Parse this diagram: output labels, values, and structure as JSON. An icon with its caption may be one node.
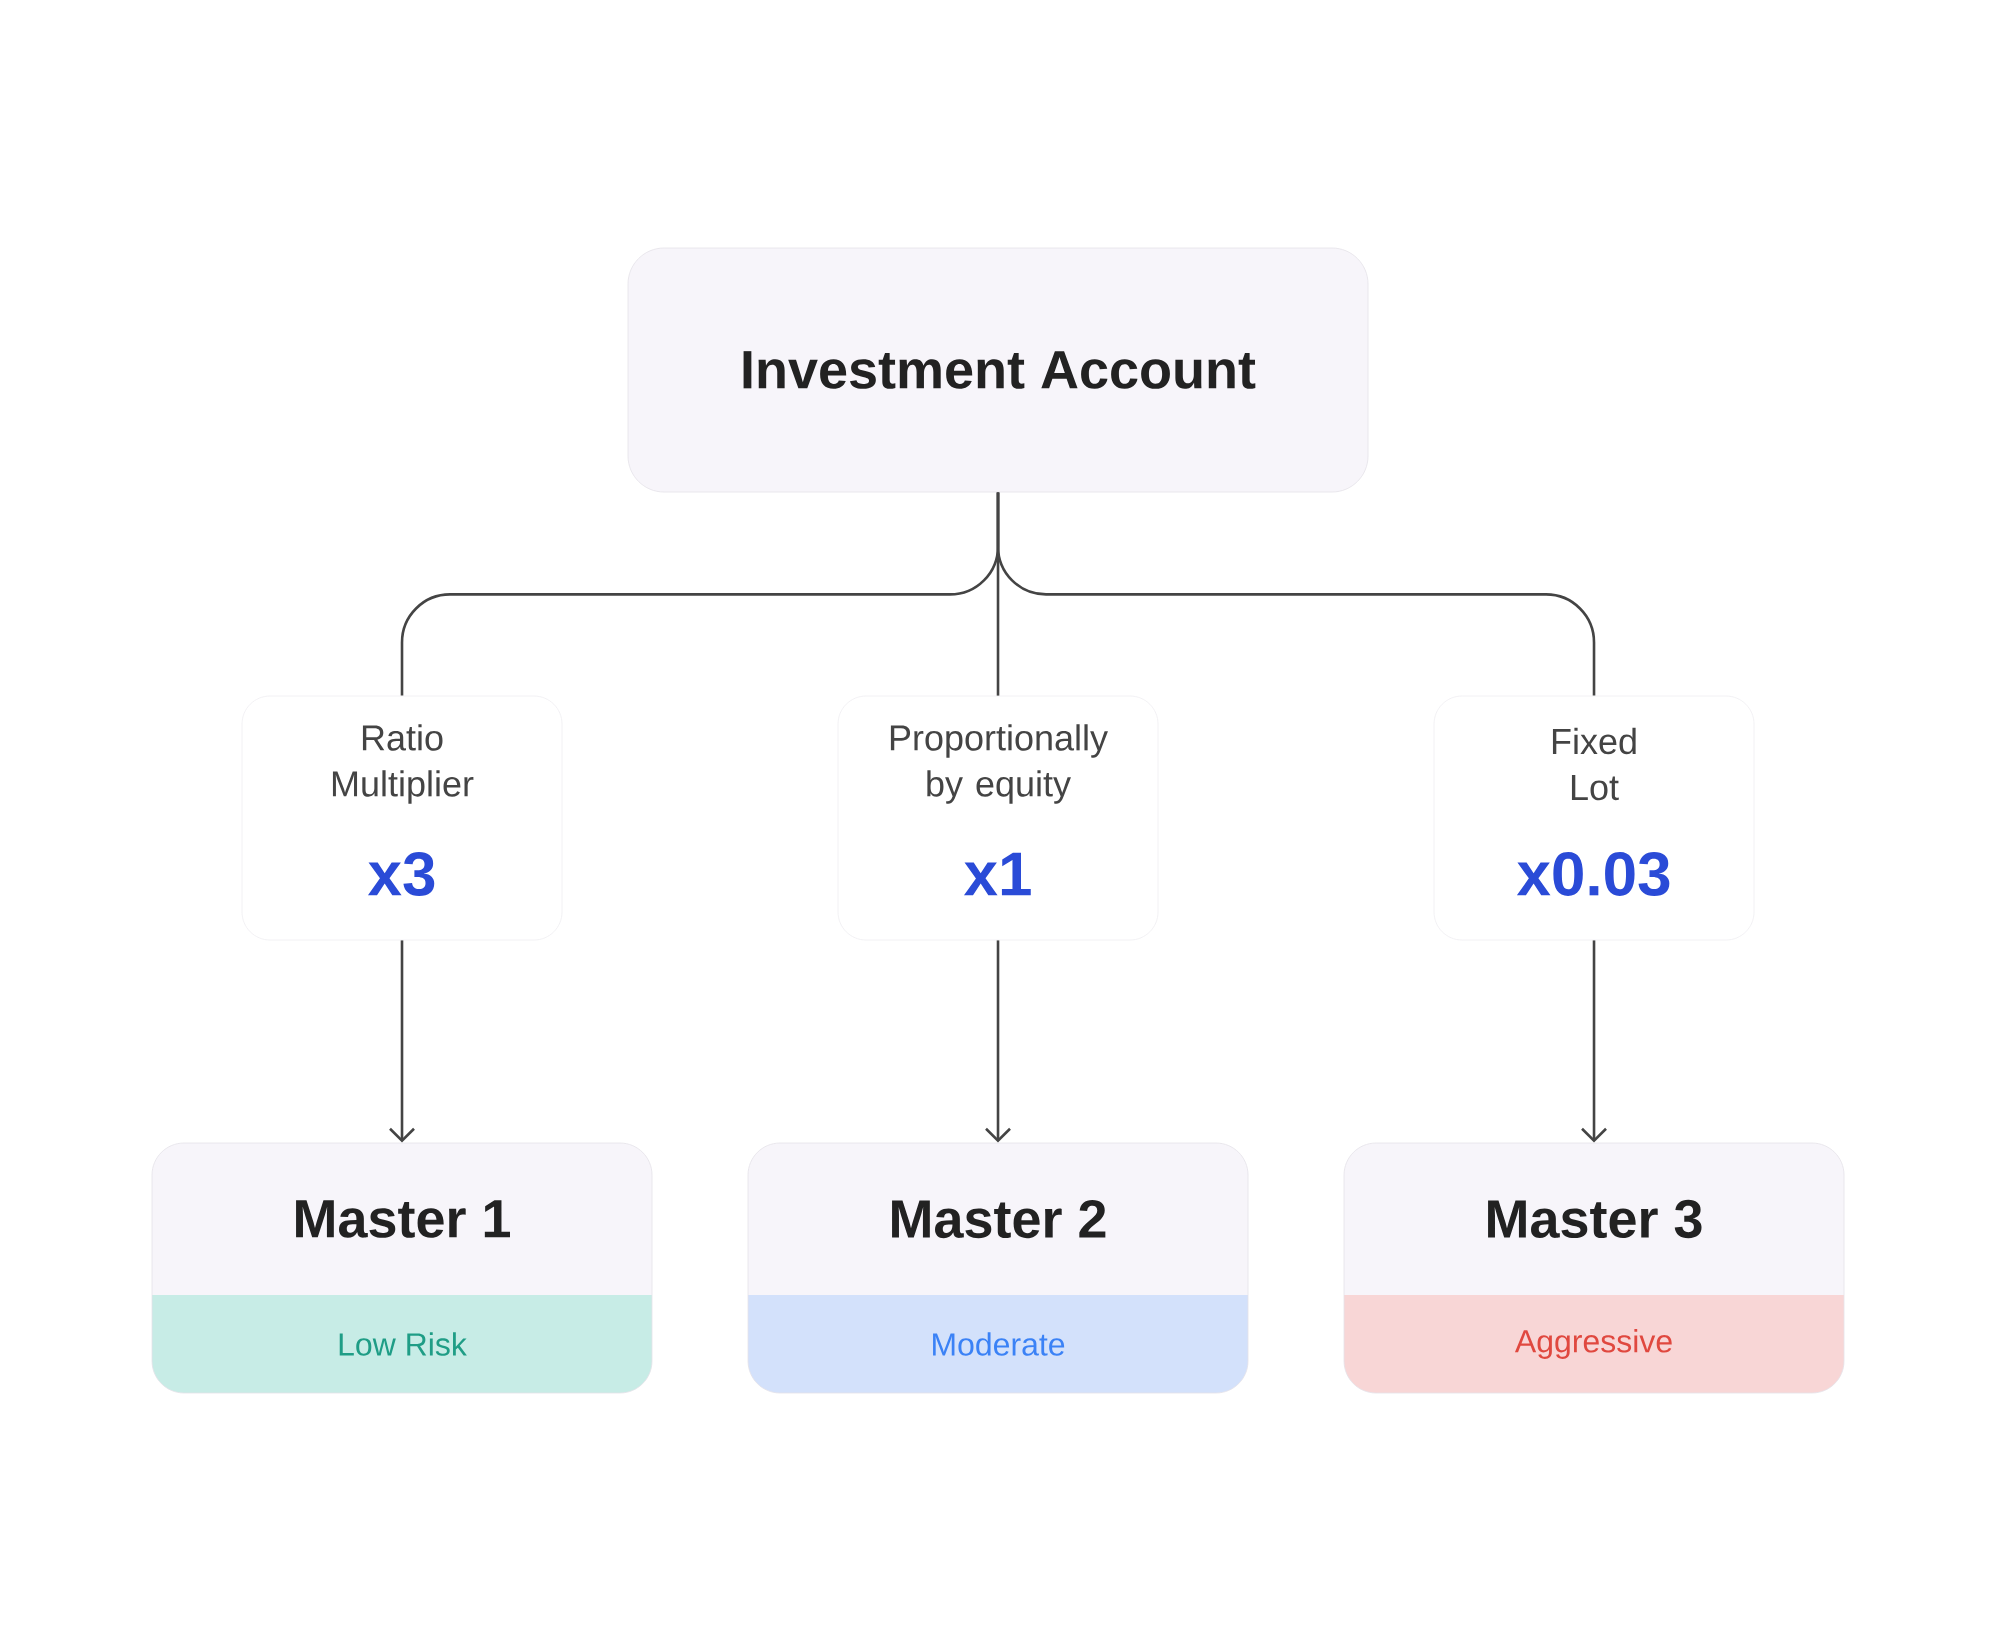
{
  "diagram": {
    "nodes": [
      {
        "text": [
          "Investment Account"
        ]
      },
      {
        "text": [
          "Ratio Multiplier",
          "x3"
        ]
      },
      {
        "text": [
          "Proportionally by equity",
          "x1"
        ]
      },
      {
        "text": [
          "Fixed Lot",
          "x0.03"
        ]
      },
      {
        "text": [
          "Master 1",
          "Low Risk"
        ]
      },
      {
        "text": [
          "Master 2",
          "Moderate"
        ]
      },
      {
        "text": [
          "Master 3",
          "Aggressive"
        ]
      }
    ],
    "edges": [
      {
        "from": 0,
        "to": 1,
        "arrow": "none"
      },
      {
        "from": 0,
        "to": 2,
        "arrow": "none"
      },
      {
        "from": 0,
        "to": 3,
        "arrow": "none"
      },
      {
        "from": 1,
        "to": 4,
        "arrow": "to"
      },
      {
        "from": 2,
        "to": 5,
        "arrow": "to"
      },
      {
        "from": 3,
        "to": 6,
        "arrow": "to"
      }
    ]
  }
}
